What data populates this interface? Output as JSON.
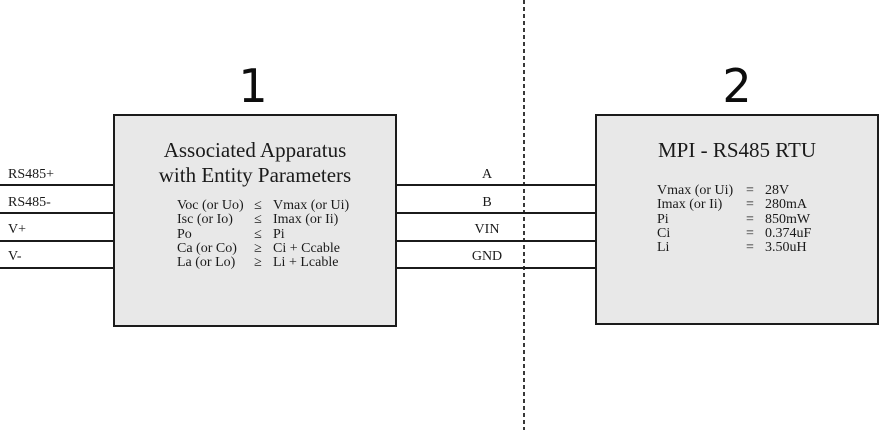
{
  "diagram": {
    "zones": {
      "left_number": "1",
      "right_number": "2"
    },
    "left_box": {
      "title_line1": "Associated Apparatus",
      "title_line2": "with Entity Parameters",
      "params": [
        {
          "name": "Voc (or Uo)",
          "op": "≤",
          "value": "Vmax (or Ui)"
        },
        {
          "name": "Isc (or Io)",
          "op": "≤",
          "value": "Imax (or Ii)"
        },
        {
          "name": "Po",
          "op": "≤",
          "value": "Pi"
        },
        {
          "name": "Ca (or Co)",
          "op": "≥",
          "value": "Ci + Ccable"
        },
        {
          "name": "La (or Lo)",
          "op": "≥",
          "value": "Li + Lcable"
        }
      ]
    },
    "right_box": {
      "title": "MPI - RS485 RTU",
      "params": [
        {
          "name": "Vmax (or Ui)",
          "op": "=",
          "value": "28V"
        },
        {
          "name": "Imax (or Ii)",
          "op": "=",
          "value": "280mA"
        },
        {
          "name": "Pi",
          "op": "=",
          "value": "850mW"
        },
        {
          "name": "Ci",
          "op": "=",
          "value": "0.374uF"
        },
        {
          "name": "Li",
          "op": "=",
          "value": "3.50uH"
        }
      ]
    },
    "left_terminals": [
      {
        "label": "RS485+"
      },
      {
        "label": "RS485-"
      },
      {
        "label": "V+"
      },
      {
        "label": "V-"
      }
    ],
    "wire_labels": [
      {
        "label": "A"
      },
      {
        "label": "B"
      },
      {
        "label": "VIN"
      },
      {
        "label": "GND"
      }
    ],
    "colors": {
      "box_fill": "#e8e8e8",
      "stroke": "#1b1b1b",
      "dashed_divider": "#383838",
      "background": "#ffffff"
    }
  }
}
